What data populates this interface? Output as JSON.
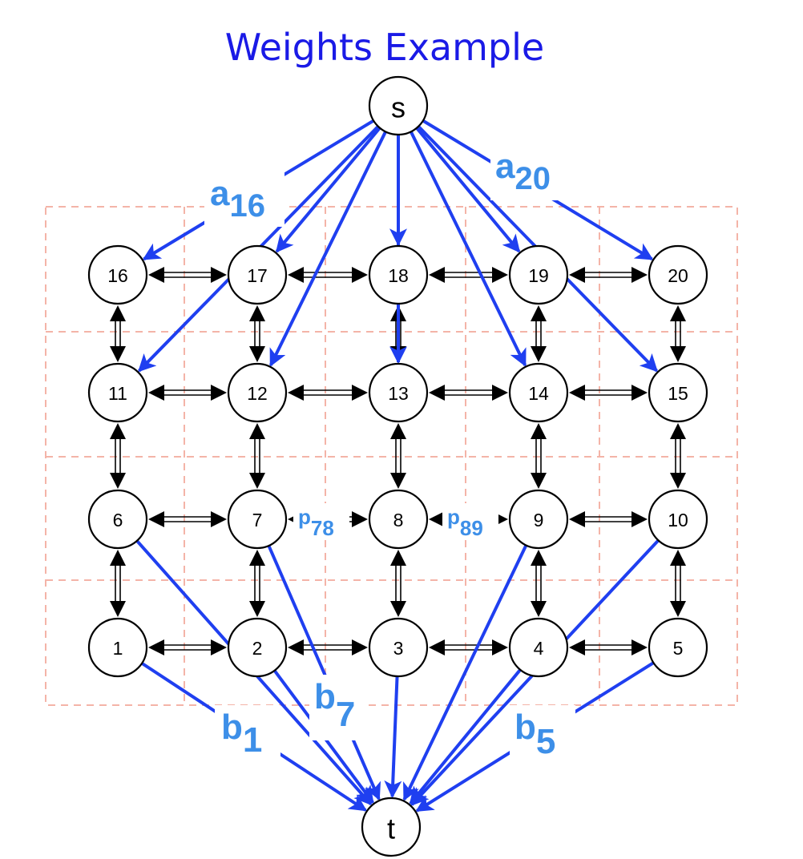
{
  "title": "Weights Example",
  "colors": {
    "source_sink_edge": "#1f3ff0",
    "weight_label": "#3d8fe8",
    "title": "#1a1ae6",
    "grid": "#f4b4a8",
    "neighbor_edge": "#000000"
  },
  "nodes": {
    "source": "s",
    "sink": "t",
    "grid_rows": [
      [
        "16",
        "17",
        "18",
        "19",
        "20"
      ],
      [
        "11",
        "12",
        "13",
        "14",
        "15"
      ],
      [
        "6",
        "7",
        "8",
        "9",
        "10"
      ],
      [
        "1",
        "2",
        "3",
        "4",
        "5"
      ]
    ]
  },
  "weight_labels": {
    "a16": {
      "base": "a",
      "sub": "16"
    },
    "a20": {
      "base": "a",
      "sub": "20"
    },
    "p78": {
      "base": "p",
      "sub": "78"
    },
    "p89": {
      "base": "p",
      "sub": "89"
    },
    "b1": {
      "base": "b",
      "sub": "1"
    },
    "b7": {
      "base": "b",
      "sub": "7"
    },
    "b5": {
      "base": "b",
      "sub": "5"
    }
  },
  "source_edges_to": [
    "16",
    "17",
    "11",
    "12",
    "18",
    "13",
    "19",
    "14",
    "20",
    "15"
  ],
  "sink_edges_from": [
    "1",
    "2",
    "6",
    "7",
    "3",
    "9",
    "4",
    "10",
    "5"
  ]
}
